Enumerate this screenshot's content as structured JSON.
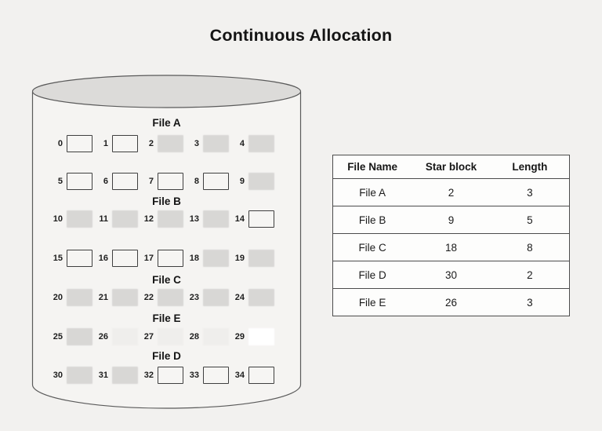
{
  "title": "Continuous Allocation",
  "disk": {
    "rows": [
      {
        "label_above": "File A",
        "blocks": [
          {
            "n": "0",
            "state": "outlined"
          },
          {
            "n": "1",
            "state": "outlined"
          },
          {
            "n": "2",
            "state": "gray"
          },
          {
            "n": "3",
            "state": "gray"
          },
          {
            "n": "4",
            "state": "gray"
          }
        ]
      },
      {
        "label_above": null,
        "blocks": [
          {
            "n": "5",
            "state": "outlined"
          },
          {
            "n": "6",
            "state": "outlined"
          },
          {
            "n": "7",
            "state": "outlined"
          },
          {
            "n": "8",
            "state": "outlined"
          },
          {
            "n": "9",
            "state": "gray"
          }
        ]
      },
      {
        "label_above": "File B",
        "blocks": [
          {
            "n": "10",
            "state": "gray"
          },
          {
            "n": "11",
            "state": "gray"
          },
          {
            "n": "12",
            "state": "gray"
          },
          {
            "n": "13",
            "state": "gray"
          },
          {
            "n": "14",
            "state": "outlined"
          }
        ]
      },
      {
        "label_above": null,
        "blocks": [
          {
            "n": "15",
            "state": "outlined"
          },
          {
            "n": "16",
            "state": "outlined"
          },
          {
            "n": "17",
            "state": "outlined"
          },
          {
            "n": "18",
            "state": "gray"
          },
          {
            "n": "19",
            "state": "gray"
          }
        ]
      },
      {
        "label_above": "File C",
        "blocks": [
          {
            "n": "20",
            "state": "gray"
          },
          {
            "n": "21",
            "state": "gray"
          },
          {
            "n": "22",
            "state": "gray"
          },
          {
            "n": "23",
            "state": "gray"
          },
          {
            "n": "24",
            "state": "gray"
          }
        ]
      },
      {
        "label_above": "File E",
        "blocks": [
          {
            "n": "25",
            "state": "gray"
          },
          {
            "n": "26",
            "state": "faint"
          },
          {
            "n": "27",
            "state": "faint"
          },
          {
            "n": "28",
            "state": "faint"
          },
          {
            "n": "29",
            "state": "white"
          }
        ]
      },
      {
        "label_above": "File D",
        "blocks": [
          {
            "n": "30",
            "state": "gray"
          },
          {
            "n": "31",
            "state": "gray"
          },
          {
            "n": "32",
            "state": "outlined"
          },
          {
            "n": "33",
            "state": "outlined"
          },
          {
            "n": "34",
            "state": "outlined"
          }
        ]
      }
    ]
  },
  "table": {
    "headers": [
      "File Name",
      "Star block",
      "Length"
    ],
    "rows": [
      {
        "file": "File A",
        "start": "2",
        "length": "3"
      },
      {
        "file": "File B",
        "start": "9",
        "length": "5"
      },
      {
        "file": "File C",
        "start": "18",
        "length": "8"
      },
      {
        "file": "File D",
        "start": "30",
        "length": "2"
      },
      {
        "file": "File E",
        "start": "26",
        "length": "3"
      }
    ]
  },
  "colors": {
    "page_bg": "#f2f1ef",
    "cylinder_body": "#f5f4f2",
    "cylinder_top": "#dcdbd9",
    "cylinder_stroke": "#5a5a5a",
    "allocated_block": "#d8d7d5",
    "free_block_border": "#3f3f3f",
    "table_border": "#4c4c4c",
    "text": "#141414"
  }
}
